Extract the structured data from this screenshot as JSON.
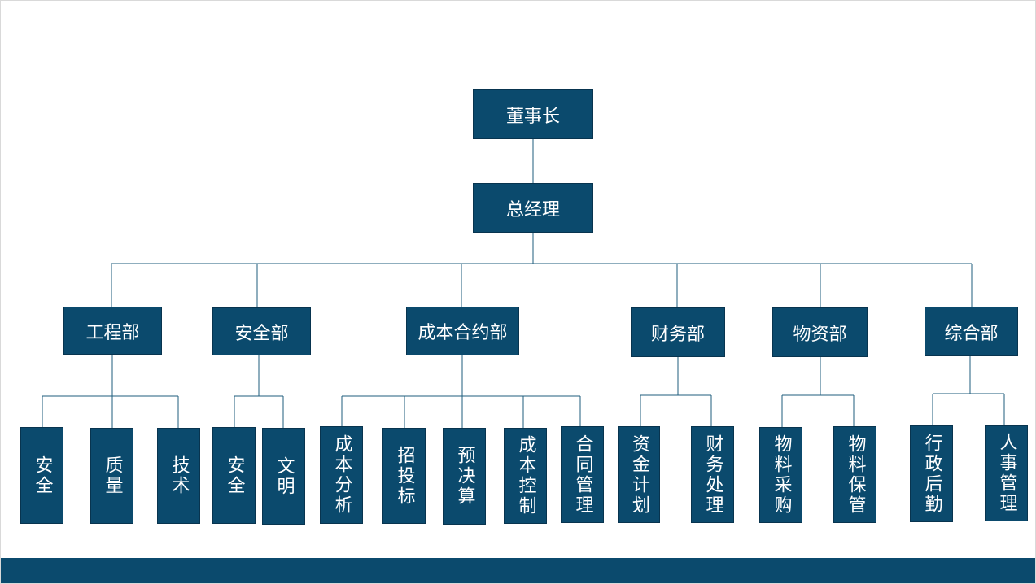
{
  "colors": {
    "node_fill": "#0b4a6d",
    "connector": "#1f5d7e",
    "footer": "#0b4a6d"
  },
  "chairman": "董事长",
  "general_manager": "总经理",
  "departments": [
    {
      "id": "engineering",
      "label": "工程部",
      "units": [
        "安全",
        "质量",
        "技术"
      ]
    },
    {
      "id": "safety",
      "label": "安全部",
      "units": [
        "安全",
        "文明"
      ]
    },
    {
      "id": "cost-contract",
      "label": "成本合约部",
      "units": [
        "成本分析",
        "招投标",
        "预决算",
        "成本控制",
        "合同管理"
      ]
    },
    {
      "id": "finance",
      "label": "财务部",
      "units": [
        "资金计划",
        "财务处理"
      ]
    },
    {
      "id": "materials",
      "label": "物资部",
      "units": [
        "物料采购",
        "物料保管"
      ]
    },
    {
      "id": "general-affairs",
      "label": "综合部",
      "units": [
        "行政后勤",
        "人事管理"
      ]
    }
  ]
}
